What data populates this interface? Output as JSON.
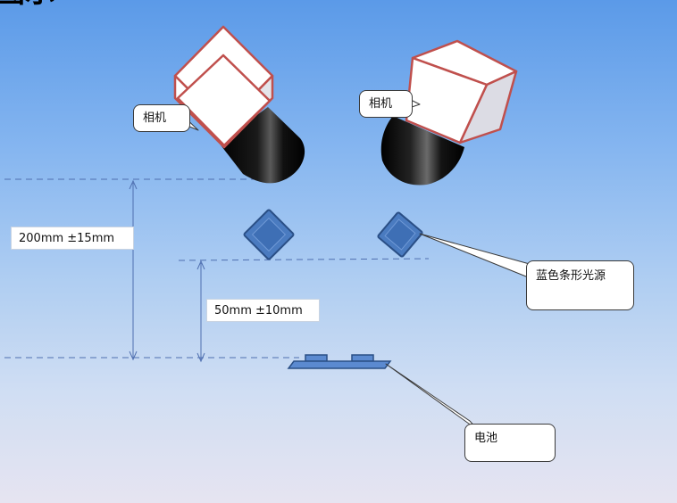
{
  "title_fragment": "图示",
  "labels": {
    "camera_left": "相机",
    "camera_right": "相机",
    "light_source": "蓝色条形光源",
    "battery": "电池",
    "dim_total": "200mm ±15mm",
    "dim_light": "50mm ±10mm"
  },
  "colors": {
    "camera_body_fill": "#ffffff",
    "camera_body_stroke": "#c0504d",
    "lens": "#000000",
    "light_fill": "#4a7bc0",
    "light_stroke": "#2a4f86",
    "dimension_line": "#4f6fb0"
  }
}
